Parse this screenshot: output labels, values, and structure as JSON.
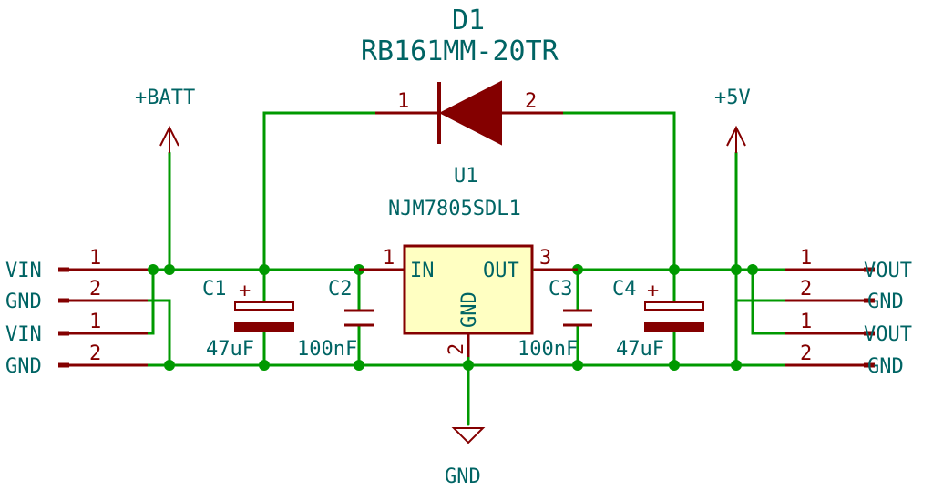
{
  "diode": {
    "ref": "D1",
    "value": "RB161MM-20TR",
    "pin_left": "1",
    "pin_right": "2"
  },
  "regulator": {
    "ref": "U1",
    "value": "NJM7805SDL1",
    "pin_in_label": "IN",
    "pin_out_label": "OUT",
    "pin_gnd_label": "GND",
    "pin_in_num": "1",
    "pin_out_num": "3",
    "pin_gnd_num": "2"
  },
  "power": {
    "batt": "+BATT",
    "five_v": "+5V",
    "gnd": "GND"
  },
  "capacitors": {
    "c1": {
      "ref": "C1",
      "value": "47uF",
      "polarity": "+"
    },
    "c2": {
      "ref": "C2",
      "value": "100nF"
    },
    "c3": {
      "ref": "C3",
      "value": "100nF"
    },
    "c4": {
      "ref": "C4",
      "value": "47uF",
      "polarity": "+"
    }
  },
  "input_connector": {
    "pins": [
      {
        "name": "VIN",
        "num": "1"
      },
      {
        "name": "GND",
        "num": "2"
      },
      {
        "name": "VIN",
        "num": "1"
      },
      {
        "name": "GND",
        "num": "2"
      }
    ]
  },
  "output_connector": {
    "pins": [
      {
        "name": "VOUT",
        "num": "1"
      },
      {
        "name": "GND",
        "num": "2"
      },
      {
        "name": "VOUT",
        "num": "1"
      },
      {
        "name": "GND",
        "num": "2"
      }
    ]
  },
  "colors": {
    "wire": "#009900",
    "component": "#840000",
    "label": "#006464",
    "ic_fill": "#ffffc2"
  }
}
